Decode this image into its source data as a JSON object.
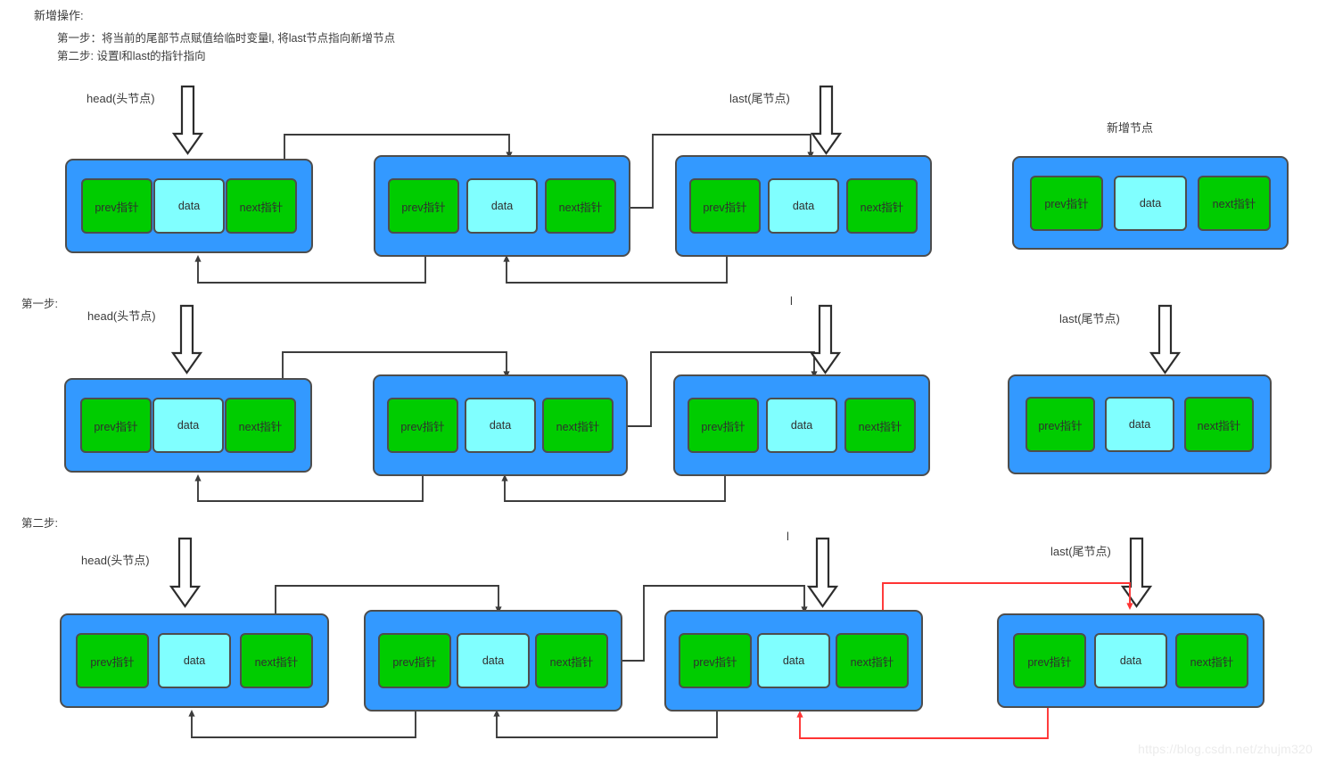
{
  "title": "新增操作:",
  "description_lines": [
    "第一步：将当前的尾部节点赋值给临时变量l, 将last节点指向新增节点",
    "第二步: 设置l和last的指针指向"
  ],
  "step_labels": {
    "step1": "第一步:",
    "step2": "第二步:"
  },
  "pointer_labels": {
    "head": "head(头节点)",
    "last": "last(尾节点)",
    "temp": "l",
    "new_node": "新增节点"
  },
  "cells": {
    "prev": "prev指针",
    "data": "data",
    "next": "next指针"
  },
  "colors": {
    "node_fill": "#3399ff",
    "pointer_cell": "#00cc00",
    "data_cell": "#80ffff",
    "stroke": "#4d4d4d",
    "wire": "#3c3c3c",
    "highlight_wire": "#ff3333"
  },
  "rows": [
    {
      "name": "initial-state",
      "step_label": "",
      "nodes": [
        {
          "name": "node-head",
          "label": "head(头节点)"
        },
        {
          "name": "node-middle",
          "label": ""
        },
        {
          "name": "node-tail",
          "label": "last(尾节点)"
        },
        {
          "name": "node-new",
          "label": "新增节点"
        }
      ]
    },
    {
      "name": "after-step-1",
      "step_label": "第一步:",
      "nodes": [
        {
          "name": "node-head",
          "label": "head(头节点)"
        },
        {
          "name": "node-middle",
          "label": ""
        },
        {
          "name": "node-temp-l",
          "label": "l"
        },
        {
          "name": "node-new-last",
          "label": "last(尾节点)"
        }
      ]
    },
    {
      "name": "after-step-2",
      "step_label": "第二步:",
      "nodes": [
        {
          "name": "node-head",
          "label": "head(头节点)"
        },
        {
          "name": "node-middle",
          "label": ""
        },
        {
          "name": "node-temp-l",
          "label": "l"
        },
        {
          "name": "node-new-last",
          "label": "last(尾节点)"
        }
      ]
    }
  ],
  "watermark": "https://blog.csdn.net/zhujm320"
}
